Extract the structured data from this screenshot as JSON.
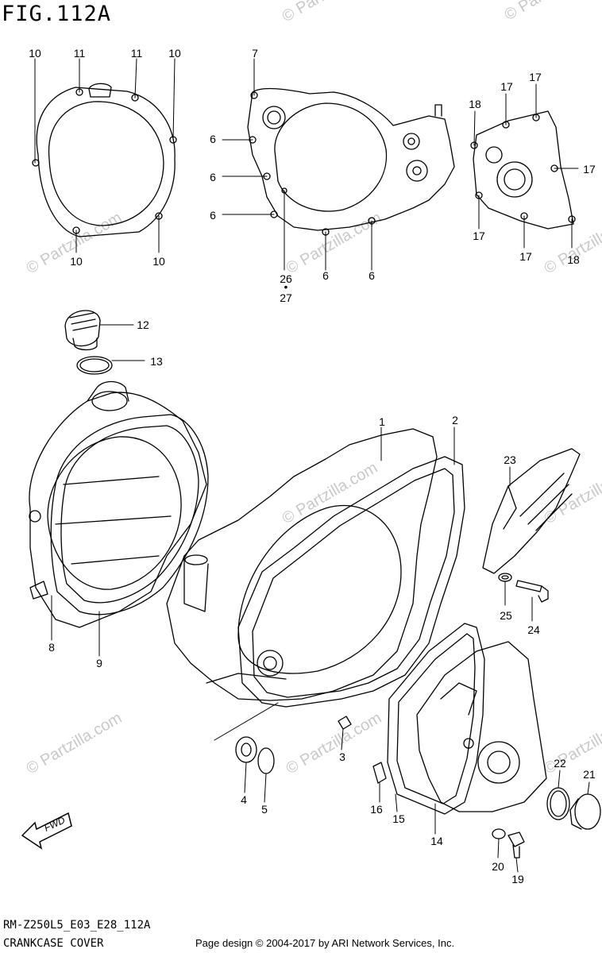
{
  "figure": {
    "title": "FIG.112A",
    "code": "RM-Z250L5_E03_E28_112A",
    "name": "CRANKCASE COVER",
    "credit": "Page design © 2004-2017 by ARI Network Services, Inc.",
    "direction_badge": "FWD",
    "watermark": "© Partzilla.com"
  },
  "callouts": [
    {
      "id": "c10a",
      "label": "10"
    },
    {
      "id": "c11a",
      "label": "11"
    },
    {
      "id": "c11b",
      "label": "11"
    },
    {
      "id": "c10b",
      "label": "10"
    },
    {
      "id": "c10c",
      "label": "10"
    },
    {
      "id": "c10d",
      "label": "10"
    },
    {
      "id": "c7",
      "label": "7"
    },
    {
      "id": "c6a",
      "label": "6"
    },
    {
      "id": "c6b",
      "label": "6"
    },
    {
      "id": "c6c",
      "label": "6"
    },
    {
      "id": "c6d",
      "label": "6"
    },
    {
      "id": "c6e",
      "label": "6"
    },
    {
      "id": "c26",
      "label": "26"
    },
    {
      "id": "cdot",
      "label": "•"
    },
    {
      "id": "c27",
      "label": "27"
    },
    {
      "id": "c18a",
      "label": "18"
    },
    {
      "id": "c17a",
      "label": "17"
    },
    {
      "id": "c17b",
      "label": "17"
    },
    {
      "id": "c17c",
      "label": "17"
    },
    {
      "id": "c17d",
      "label": "17"
    },
    {
      "id": "c17e",
      "label": "17"
    },
    {
      "id": "c18b",
      "label": "18"
    },
    {
      "id": "c12",
      "label": "12"
    },
    {
      "id": "c13",
      "label": "13"
    },
    {
      "id": "c1",
      "label": "1"
    },
    {
      "id": "c2",
      "label": "2"
    },
    {
      "id": "c23",
      "label": "23"
    },
    {
      "id": "c8",
      "label": "8"
    },
    {
      "id": "c9",
      "label": "9"
    },
    {
      "id": "c25",
      "label": "25"
    },
    {
      "id": "c24",
      "label": "24"
    },
    {
      "id": "c3",
      "label": "3"
    },
    {
      "id": "c4",
      "label": "4"
    },
    {
      "id": "c5",
      "label": "5"
    },
    {
      "id": "c16",
      "label": "16"
    },
    {
      "id": "c15",
      "label": "15"
    },
    {
      "id": "c14",
      "label": "14"
    },
    {
      "id": "c22",
      "label": "22"
    },
    {
      "id": "c21",
      "label": "21"
    },
    {
      "id": "c20",
      "label": "20"
    },
    {
      "id": "c19",
      "label": "19"
    }
  ]
}
